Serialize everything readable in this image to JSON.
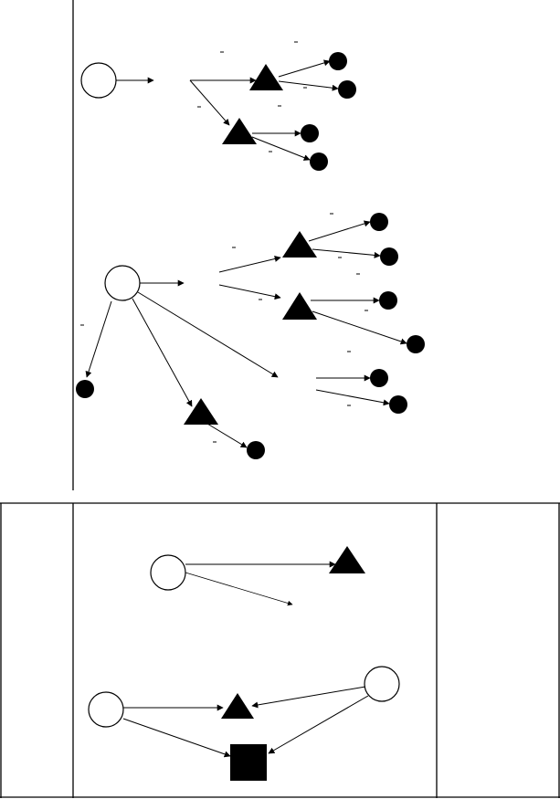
{
  "colors": {
    "ink": "#000000",
    "paper": "#ffffff"
  },
  "diagram": {
    "shape_types": [
      "open-circle",
      "filled-triangle",
      "filled-circle",
      "filled-square"
    ],
    "edge_label_glyph": "–"
  }
}
